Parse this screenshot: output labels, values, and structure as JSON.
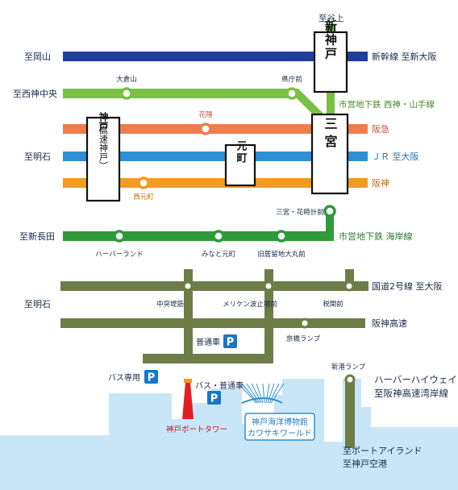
{
  "colors": {
    "shinkansen": "#1f3f9a",
    "seishin_yamate": "#7ac143",
    "hankyu": "#ee7d4e",
    "jr": "#2f8fd3",
    "hanshin": "#f39a20",
    "kaigan": "#2e9a3a",
    "road": "#6e7d46",
    "parking": "#1777c6",
    "sea": "#c9e6f8",
    "tower": "#e02020",
    "text": "#1a2a4a",
    "museum_label": "#1e7fc0"
  },
  "lines": {
    "shinkansen": {
      "left": "至岡山",
      "right": "新幹線 至新大阪"
    },
    "seishin_yamate": {
      "left": "至西神中央",
      "right": "市営地下鉄 西神・山手線"
    },
    "hankyu": {
      "right": "阪急"
    },
    "jr": {
      "left": "至明石",
      "right": "ＪＲ 至大阪"
    },
    "hanshin": {
      "right": "阪神"
    },
    "kaigan": {
      "left": "至新長田",
      "right": "市営地下鉄 海岸線"
    },
    "route2": {
      "left": "至明石",
      "right": "国道2号線 至大阪"
    },
    "hanshin_expressway": {
      "right": "阪神高速"
    },
    "harbor_highway": {
      "right_1": "ハーバーハイウェイ",
      "right_2": "至阪神高速湾岸線"
    }
  },
  "stations": {
    "shin_kobe": "新神戸",
    "sannomiya": "三宮",
    "motomachi": "元町",
    "kobe": {
      "main": "神戸",
      "sub": "（高速神戸）"
    },
    "okurayama": "大倉山",
    "kenchomae": "県庁前",
    "hanakuma": "花隈",
    "nishimotomachi": "西元町",
    "sannomiya_hanadokei": "三宮・花時計前",
    "harborland": "ハーバーランド",
    "minatomotomachi": "みなと元町",
    "kyukyoryuchi": "旧居留地大丸前"
  },
  "labels": {
    "to_tanigami": "至谷上",
    "chuotottei": "中突堤筋",
    "meriken_hatoba": "メリケン波止場前",
    "zeikanmae": "税関前",
    "kyobashi_ramp": "京橋ランプ",
    "shinko_ramp": "新港ランプ",
    "futsusha": "普通車",
    "bus_only": "バス専用",
    "bus_futsusha": "バス・普通車",
    "parking": "P",
    "port_tower": "神戸ポートタワー",
    "museum_1": "神戸海洋博物館",
    "museum_2": "カワサキワールド",
    "to_port_island": "至ポートアイランド",
    "to_kobe_airport": "至神戸空港"
  }
}
